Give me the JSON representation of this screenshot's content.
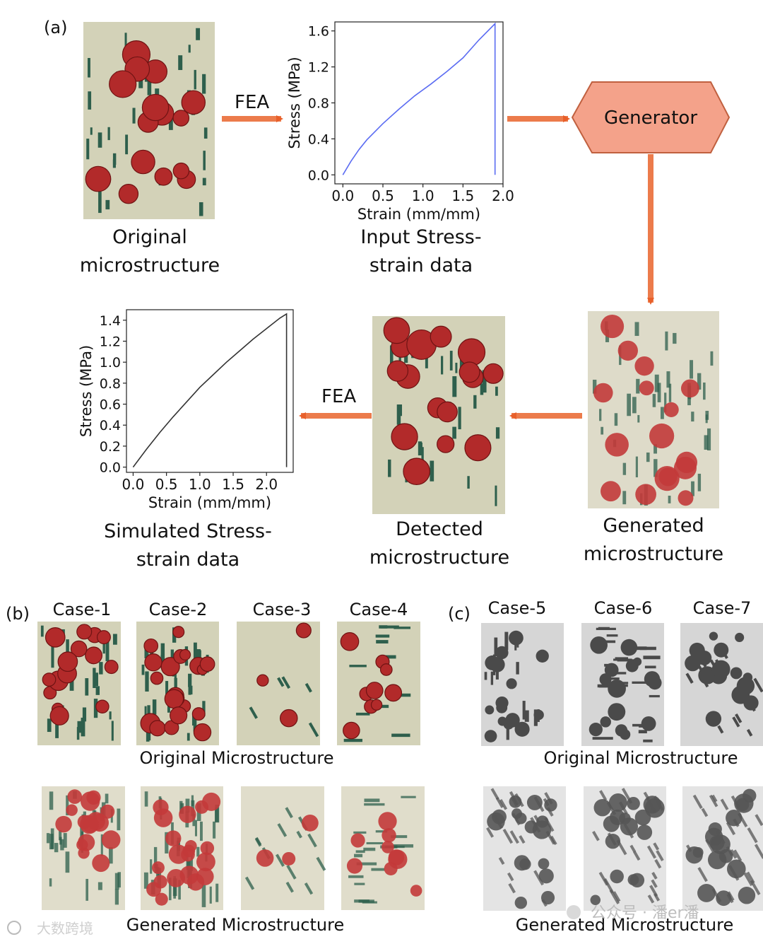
{
  "panel_labels": [
    "(a)",
    "(b)",
    "(c)"
  ],
  "arrow_labels": {
    "fea_top": "FEA",
    "fea_bottom": "FEA"
  },
  "generator_label": "Generator",
  "captions": {
    "original_micro": [
      "Original",
      "microstructure"
    ],
    "input_ss": [
      "Input Stress-",
      "strain data"
    ],
    "generated_micro": [
      "Generated",
      "microstructure"
    ],
    "detected_micro": [
      "Detected",
      "microstructure"
    ],
    "simulated_ss": [
      "Simulated Stress-",
      "strain data"
    ]
  },
  "cases_b": [
    "Case-1",
    "Case-2",
    "Case-3",
    "Case-4"
  ],
  "cases_c": [
    "Case-5",
    "Case-6",
    "Case-7"
  ],
  "row_labels": {
    "b_original": "Original Microstructure",
    "b_generated": "Generated Microstructure",
    "c_original": "Original Microstructure",
    "c_generated": "Generated Microstructure"
  },
  "watermarks": {
    "left": "大数跨境",
    "right": "公众号 · 潘er潘"
  },
  "colors": {
    "matrix": "#d3d2b8",
    "particle": "#b22a2a",
    "particle_edge": "#6f1313",
    "fiber": "#2e5f4c",
    "gray_bg": "#d6d6d6",
    "gray_particle": "#4a4a4a",
    "arrow": "#ec7b4b",
    "generator_fill": "#f4a28a",
    "input_curve": "#5b6cf2",
    "sim_curve": "#333333"
  },
  "chart_data": [
    {
      "type": "line",
      "title": "",
      "xlabel": "Strain (mm/mm)",
      "ylabel": "Stress (MPa)",
      "xlim": [
        -0.1,
        2.0
      ],
      "ylim": [
        -0.1,
        1.7
      ],
      "xticks": [
        "0.0",
        "0.5",
        "1.0",
        "1.5",
        "2.0"
      ],
      "yticks": [
        "0.0",
        "0.4",
        "0.8",
        "1.2",
        "1.6"
      ],
      "xtick_values": [
        0,
        0.5,
        1.0,
        1.5,
        2.0
      ],
      "ytick_values": [
        0,
        0.4,
        0.8,
        1.2,
        1.6
      ],
      "series": [
        {
          "x": [
            0.0,
            0.1,
            0.2,
            0.3,
            0.5,
            0.7,
            0.9,
            1.1,
            1.3,
            1.5,
            1.7,
            1.9,
            1.9
          ],
          "y": [
            0.0,
            0.15,
            0.28,
            0.39,
            0.57,
            0.73,
            0.88,
            1.01,
            1.15,
            1.3,
            1.5,
            1.68,
            0.0
          ]
        }
      ]
    },
    {
      "type": "line",
      "title": "",
      "xlabel": "Strain (mm/mm)",
      "ylabel": "Stress (MPa)",
      "xlim": [
        -0.1,
        2.4
      ],
      "ylim": [
        -0.05,
        1.5
      ],
      "xticks": [
        "0.0",
        "0.5",
        "1.0",
        "1.5",
        "2.0"
      ],
      "yticks": [
        "0.0",
        "0.2",
        "0.4",
        "0.6",
        "0.8",
        "1.0",
        "1.2",
        "1.4"
      ],
      "xtick_values": [
        0,
        0.5,
        1.0,
        1.5,
        2.0
      ],
      "ytick_values": [
        0,
        0.2,
        0.4,
        0.6,
        0.8,
        1.0,
        1.2,
        1.4
      ],
      "series": [
        {
          "x": [
            0.0,
            0.2,
            0.4,
            0.6,
            0.8,
            1.0,
            1.2,
            1.4,
            1.6,
            1.8,
            2.0,
            2.2,
            2.3,
            2.3
          ],
          "y": [
            0.0,
            0.17,
            0.33,
            0.48,
            0.62,
            0.76,
            0.88,
            1.0,
            1.11,
            1.22,
            1.32,
            1.42,
            1.46,
            0.0
          ]
        }
      ]
    }
  ]
}
